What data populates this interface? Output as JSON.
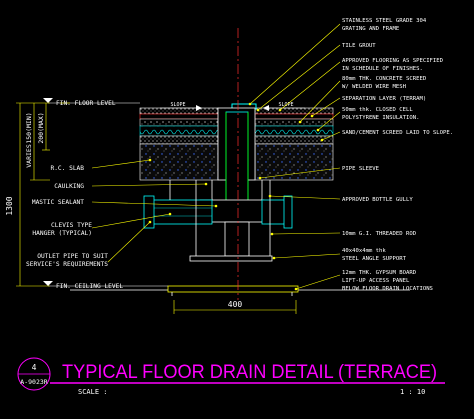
{
  "drawing": {
    "title": "TYPICAL FLOOR DRAIN DETAIL (TERRACE)",
    "sheet_number": "4",
    "sheet_ref": "A-9023R",
    "scale_label": "SCALE :",
    "scale_value": "1 : 10"
  },
  "left_labels": {
    "floor_level": "FIN. FLOOR LEVEL",
    "rc_slab": "R.C. SLAB",
    "caulking": "CAULKING",
    "mastic_sealant": "MASTIC SEALANT",
    "clevis_hanger": [
      "CLEVIS TYPE",
      "HANGER (TYPICAL)"
    ],
    "outlet_pipe": [
      "OUTLET PIPE TO SUIT",
      "SERVICE'S REQUIREMENTS"
    ],
    "ceiling_level": "FIN. CEILING LEVEL"
  },
  "right_labels": {
    "grating": [
      "STAINLESS STEEL GRADE 304",
      "GRATING AND FRAME"
    ],
    "tile_grout": "TILE GROUT",
    "flooring": [
      "APPROVED FLOORING AS SPECIFIED",
      "IN SCHEDULE OF FINISHES."
    ],
    "screed": [
      "80mm THK. CONCRETE SCREED",
      "W/ WELDED WIRE MESH"
    ],
    "separation": "SEPARATION LAYER (TERRAM)",
    "insulation": [
      "50mm thk. CLOSED CELL",
      "POLYSTYRENE INSULATION."
    ],
    "sand_cement": "SAND/CEMENT SCREED LAID TO SLOPE.",
    "pipe_sleeve": "PIPE SLEEVE",
    "bottle_gully": "APPROVED BOTTLE GULLY",
    "threaded_rod": "10mm G.I. THREADED ROD",
    "angle_support": [
      "40x40x4mm thk",
      "STEEL ANGLE SUPPORT"
    ],
    "access_panel": [
      "12mm THK. GYPSUM BOARD",
      "LIFT-UP ACCESS PANEL",
      "BELOW FLOOR DRAIN LOCATIONS"
    ]
  },
  "dimensions": {
    "varies": "VARIES",
    "d150": "150(MIN)",
    "d200": "200(MAX)",
    "d1300": "1300",
    "d400": "400",
    "slope": "SLOPE"
  },
  "colors": {
    "cyan": "#00ffff",
    "yellow": "#ffff00",
    "magenta": "#ff00ff",
    "white": "#ffffff",
    "green": "#00ff00",
    "red": "#ff3030",
    "grey": "#9a9a9a"
  }
}
